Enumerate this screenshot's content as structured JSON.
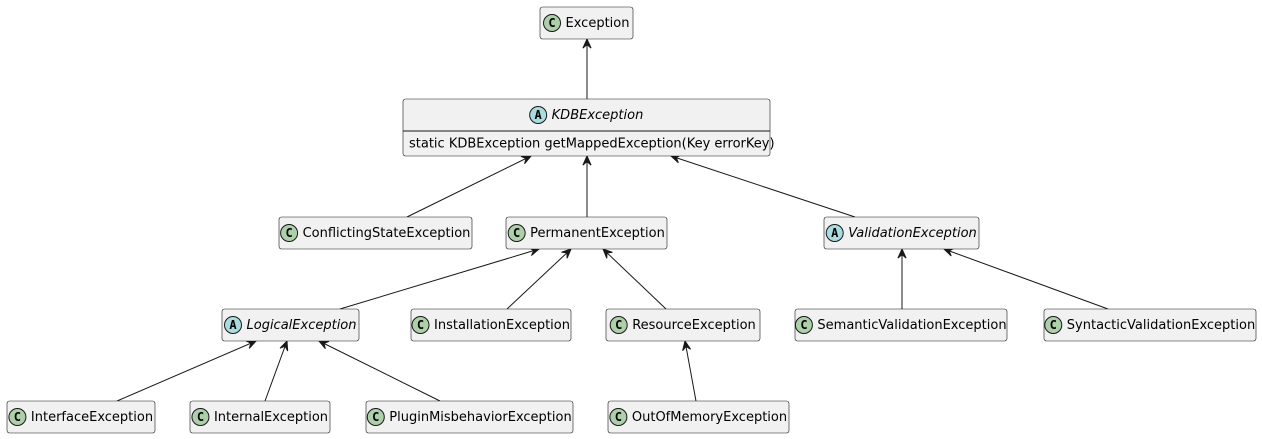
{
  "classes": [
    {
      "id": "Exception",
      "name": "Exception",
      "stereotype": "C",
      "abstract": false,
      "members": []
    },
    {
      "id": "KDBException",
      "name": "KDBException",
      "stereotype": "A",
      "abstract": true,
      "members": [
        "static KDBException getMappedException(Key errorKey)"
      ]
    },
    {
      "id": "ConflictingStateException",
      "name": "ConflictingStateException",
      "stereotype": "C",
      "abstract": false,
      "members": []
    },
    {
      "id": "PermanentException",
      "name": "PermanentException",
      "stereotype": "C",
      "abstract": false,
      "members": []
    },
    {
      "id": "ValidationException",
      "name": "ValidationException",
      "stereotype": "A",
      "abstract": true,
      "members": []
    },
    {
      "id": "LogicalException",
      "name": "LogicalException",
      "stereotype": "A",
      "abstract": true,
      "members": []
    },
    {
      "id": "InstallationException",
      "name": "InstallationException",
      "stereotype": "C",
      "abstract": false,
      "members": []
    },
    {
      "id": "ResourceException",
      "name": "ResourceException",
      "stereotype": "C",
      "abstract": false,
      "members": []
    },
    {
      "id": "SemanticValidationException",
      "name": "SemanticValidationException",
      "stereotype": "C",
      "abstract": false,
      "members": []
    },
    {
      "id": "SyntacticValidationException",
      "name": "SyntacticValidationException",
      "stereotype": "C",
      "abstract": false,
      "members": []
    },
    {
      "id": "InterfaceException",
      "name": "InterfaceException",
      "stereotype": "C",
      "abstract": false,
      "members": []
    },
    {
      "id": "InternalException",
      "name": "InternalException",
      "stereotype": "C",
      "abstract": false,
      "members": []
    },
    {
      "id": "PluginMisbehaviorException",
      "name": "PluginMisbehaviorException",
      "stereotype": "C",
      "abstract": false,
      "members": []
    },
    {
      "id": "OutOfMemoryException",
      "name": "OutOfMemoryException",
      "stereotype": "C",
      "abstract": false,
      "members": []
    }
  ],
  "inheritance": [
    {
      "child": "KDBException",
      "parent": "Exception"
    },
    {
      "child": "ConflictingStateException",
      "parent": "KDBException"
    },
    {
      "child": "PermanentException",
      "parent": "KDBException"
    },
    {
      "child": "ValidationException",
      "parent": "KDBException"
    },
    {
      "child": "LogicalException",
      "parent": "PermanentException"
    },
    {
      "child": "InstallationException",
      "parent": "PermanentException"
    },
    {
      "child": "ResourceException",
      "parent": "PermanentException"
    },
    {
      "child": "SemanticValidationException",
      "parent": "ValidationException"
    },
    {
      "child": "SyntacticValidationException",
      "parent": "ValidationException"
    },
    {
      "child": "InterfaceException",
      "parent": "LogicalException"
    },
    {
      "child": "InternalException",
      "parent": "LogicalException"
    },
    {
      "child": "PluginMisbehaviorException",
      "parent": "LogicalException"
    },
    {
      "child": "OutOfMemoryException",
      "parent": "ResourceException"
    }
  ],
  "colors": {
    "box_fill": "#f1f1f1",
    "border": "#181818",
    "class_badge": "#adcfa9",
    "abstract_badge": "#a9dcdf"
  }
}
